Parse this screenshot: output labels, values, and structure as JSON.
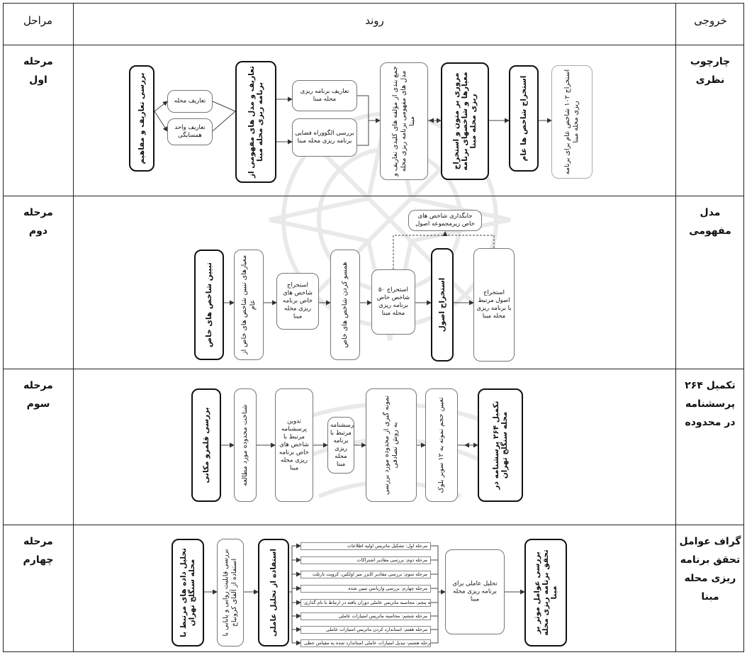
{
  "header": {
    "stages_label": "مراحل",
    "process_label": "روند",
    "output_label": "خروجی"
  },
  "rows": [
    {
      "stage": "مرحله اول",
      "output": "چارچوب نظری",
      "boxes": {
        "b1": "بررسی تعاریف و مفاهیم",
        "b2a": "تعاریف محله",
        "b2b": "تعاریف واحد همسایگی",
        "b3": "تعاریف و مدل های مفهومی از برنامه ریزی محله مبنا",
        "b4a": "تعاریف برنامه ریزی محله مبنا",
        "b4b": "بررسی الگووراه فضایی برنامه ریزی محله مبنا",
        "b5": "جمع بندی از مؤلفه های کلیدی تعاریف و مدل های مفهومی برنامه ریزی محله مبنا",
        "b6": "مروری بر متون و استخراج معیارها و شاخصهای برنامه ریزی محله مبنا",
        "b7": "استخراج شاخص ها عام",
        "b8": "استخراج ۱۰۲ شاخص عام برای برنامه ریزی محله مبنا"
      }
    },
    {
      "stage": "مرحله دوم",
      "output": "مدل مفهومی",
      "boxes": {
        "top": "جابگذاری شاخص های خاص زیرمجموعه اصول",
        "c1": "تبیین شاخص های خاص",
        "c2": "معیارهای تبیین شاخص های خاص از عام",
        "c3": "استخراج شاخص های خاص برنامه ریزی محله مبنا",
        "c4": "همسو کردن شاخص های خاص",
        "c5": "استخراج ۵۰ شاخص خاص برنامه ریزی محله مبنا",
        "c6": "استخراج اصول",
        "c7": "استخراج اصول مرتبط با برنامه ریزی محله مبنا"
      }
    },
    {
      "stage": "مرحله سوم",
      "output": "تکمیل ۲۶۴ پرسشنامه در محدوده",
      "boxes": {
        "d1": "بررسی قلمرو مکانی",
        "d2": "شناخت محدوده مورد مطالعه",
        "d3": "تدوین پرسشنامه مرتبط با شاخص های خاص برنامه ریزی محله مبنا",
        "d4": "پرسشنامه مرتبط با برنامه ریزی محله مبنا",
        "d5": "نمونه گیری از محدوده مورد بررسی به روش تصادفی",
        "d6": "تعیین حجم نمونه به ۱۲ سوبر بلوک",
        "d7": "تکمیل ۲۶۴ پرسشنامه در محله سنگلج تهران"
      }
    },
    {
      "stage": "مرحله چهارم",
      "output": "گراف عوامل تحقق برنامه ریزی محله مبنا",
      "boxes": {
        "e1": "تحلیل داده های مرتبط با محله سنگلج تهران",
        "e2": "بررسی قابلیت روایی و پایایی با استفاده از آلفای کرونباخ",
        "e3": "استفاده از تحلیل عاملی",
        "e5": "تحلیل عاملی برای برنامه ریزی محله مبنا",
        "e6": "بررسی عوامل موثر بر تحقق برنامه ریزی محله مبنا"
      },
      "steps": [
        "مرحله اول: تشکیل ماتریس اولیه اطلاعات",
        "مرحله دوم: بررسی مقادیر اشتراکات",
        "مرحله سوم: بررسی مقادیر کایزر میر اولکین، کرویت بارتلت",
        "مرحله چهارم: بررسی واریانس تبیین شده",
        "مرحله پنجم: محاسبه ماتریس عاملی دوران یافته در ارتباط با نام گذاری",
        "مرحله ششم: محاسبه ماتریس امتیازات عاملی",
        "مرحله هفتم: استاندارد کردن ماتریس امتیازات عاملی",
        "مرحله هشتم: تبدیل امتیازات عاملی استاندارد شده به مقیاس خطی"
      ]
    }
  ]
}
